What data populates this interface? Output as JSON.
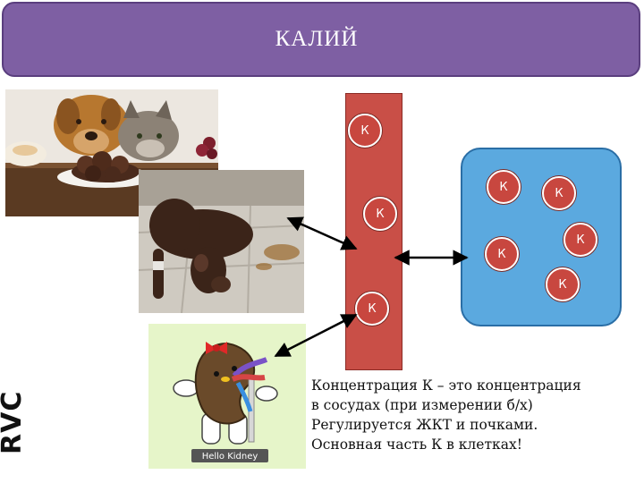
{
  "slide": {
    "title": "КАЛИЙ",
    "ion_label": "К",
    "caption": [
      "Концентрация К – это концентрация",
      "в сосудах (при измерении б/х)",
      "Регулируется ЖКТ и почками.",
      "Основная часть К в клетках!"
    ],
    "kidney_caption": "Hello Kidney",
    "logo": "RVC"
  },
  "colors": {
    "title_bar": "#7e5fa3",
    "vessel": "#c94f47",
    "cell": "#5ba9df",
    "ion": "#c8473f"
  }
}
